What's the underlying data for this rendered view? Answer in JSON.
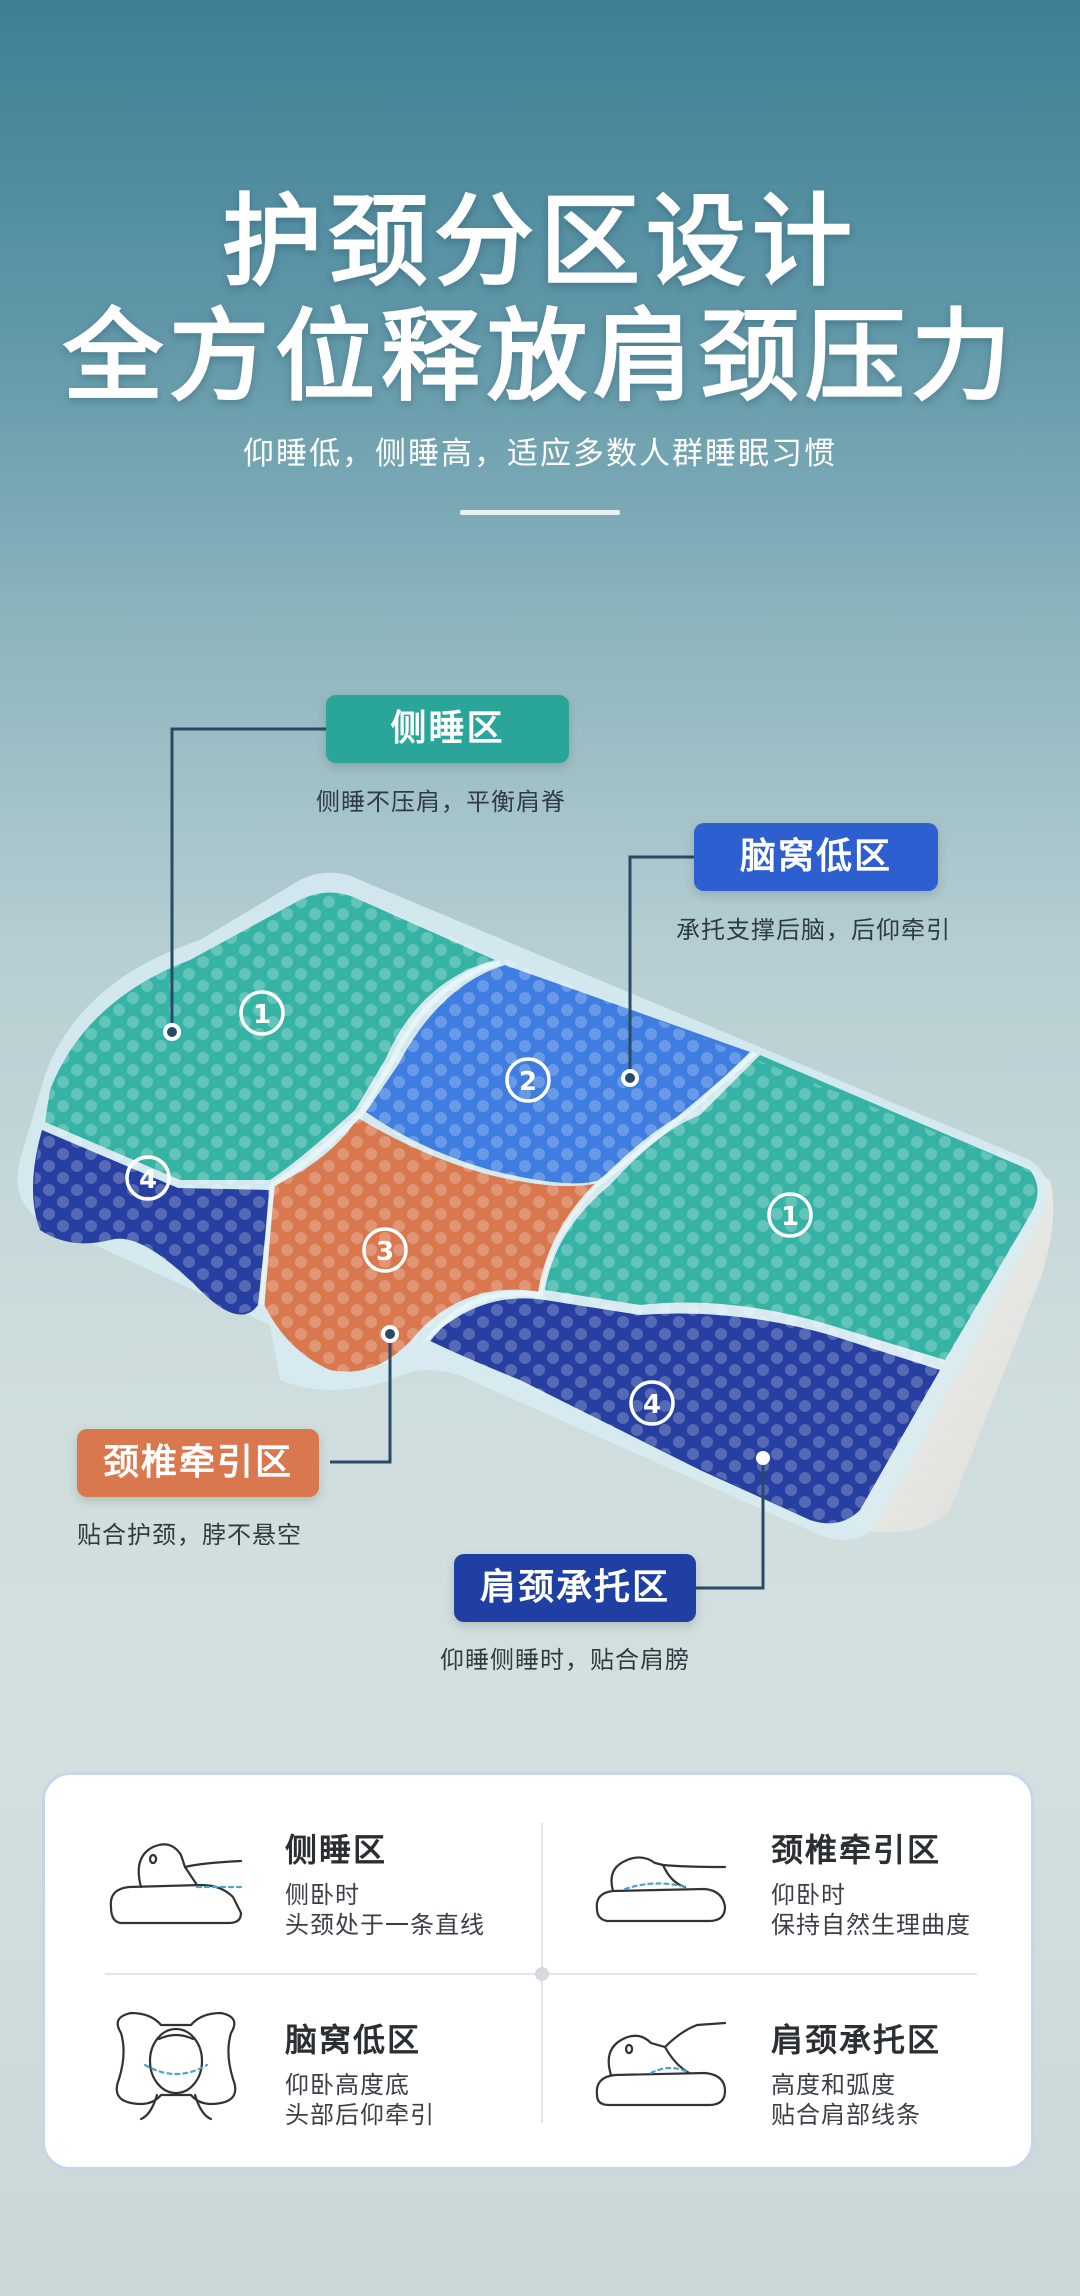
{
  "header": {
    "title_line1": "护颈分区设计",
    "title_line2": "全方位释放肩颈压力",
    "subtitle": "仰睡低，侧睡高，适应多数人群睡眠习惯"
  },
  "zones": {
    "side": {
      "tag": "侧睡区",
      "desc": "侧睡不压肩，平衡肩脊",
      "color": "#2aa59a"
    },
    "occipital": {
      "tag": "脑窝低区",
      "desc": "承托支撑后脑，后仰牵引",
      "color": "#2d5fd0"
    },
    "cervical": {
      "tag": "颈椎牵引区",
      "desc": "贴合护颈，脖不悬空",
      "color": "#d9774e"
    },
    "shoulder": {
      "tag": "肩颈承托区",
      "desc": "仰睡侧睡时，贴合肩膀",
      "color": "#1f3fa3"
    }
  },
  "pillow_numbers": {
    "n1": "①",
    "n2": "②",
    "n3": "③",
    "n4": "④"
  },
  "card": {
    "cells": [
      {
        "title": "侧睡区",
        "line1": "侧卧时",
        "line2": "头颈处于一条直线",
        "icon": "side-sleep-icon"
      },
      {
        "title": "颈椎牵引区",
        "line1": "仰卧时",
        "line2": "保持自然生理曲度",
        "icon": "supine-neck-icon"
      },
      {
        "title": "脑窝低区",
        "line1": "仰卧高度底",
        "line2": "头部后仰牵引",
        "icon": "head-back-icon"
      },
      {
        "title": "肩颈承托区",
        "line1": "高度和弧度",
        "line2": "贴合肩部线条",
        "icon": "shoulder-support-icon"
      }
    ]
  }
}
